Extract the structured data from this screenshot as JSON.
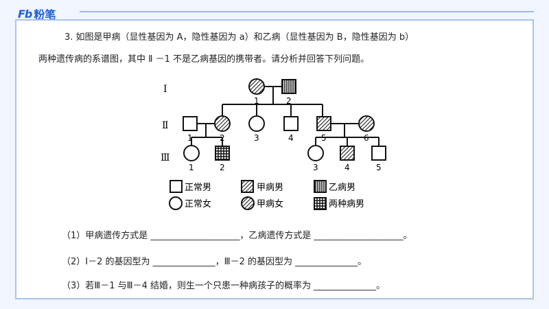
{
  "brand": {
    "mark": "Fb",
    "name": "粉笔"
  },
  "question": {
    "line1": "3. 如图是甲病（显性基因为 A，隐性基因为 a）和乙病（显性基因为 B，隐性基因为 b）",
    "line2": "两种遗传病的系谱图，其中 Ⅱ －1 不是乙病基因的携带者。请分析并回答下列问题。"
  },
  "pedigree": {
    "generations": [
      "Ⅰ",
      "Ⅱ",
      "Ⅲ"
    ],
    "gen1": [
      "1",
      "2"
    ],
    "gen2": [
      "1",
      "2",
      "3",
      "4",
      "5",
      "6"
    ],
    "gen3": [
      "1",
      "2",
      "3",
      "4",
      "5"
    ],
    "legend": [
      "正常男",
      "甲病男",
      "乙病男",
      "正常女",
      "甲病女",
      "两种病男"
    ]
  },
  "subquestions": {
    "q1": "（1）甲病遗传方式是 ____________________，乙病遗传方式是 ____________________。",
    "q2": "（2）Ⅰ－2 的基因型为 ______________，Ⅲ－2 的基因型为 ______________。",
    "q3": "（3）若Ⅲ－1 与Ⅲ－4 结婚，则生一个只患一种病孩子的概率为 ______________。"
  },
  "colors": {
    "brand": "#1f5fd6",
    "border": "#a9c2ee",
    "bg": "#f0f5ff"
  }
}
